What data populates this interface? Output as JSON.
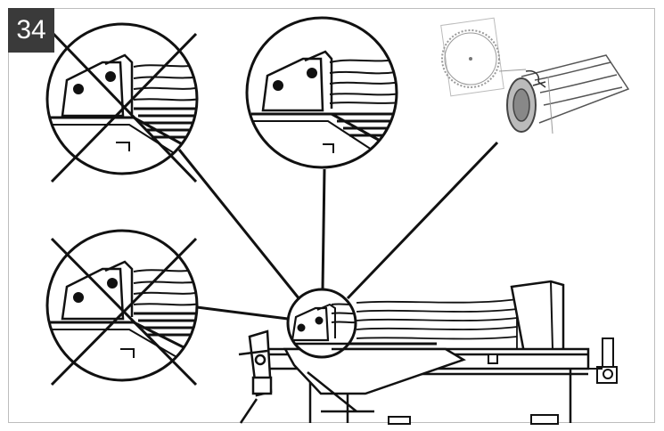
{
  "figure": {
    "step_number": "34",
    "detail_views": [
      {
        "id": "detail-top-left",
        "status": "incorrect"
      },
      {
        "id": "detail-top-center",
        "status": "correct"
      },
      {
        "id": "detail-top-right",
        "status": "cutting-guide"
      },
      {
        "id": "detail-middle-left",
        "status": "incorrect"
      }
    ],
    "icons": [
      "cross-icon",
      "saw-blade-icon",
      "log-icon",
      "wedge-icon"
    ],
    "colors": {
      "line": "#111111",
      "badge_bg": "#3a3a3a",
      "badge_text": "#ffffff",
      "frame": "#bdbdbd"
    }
  }
}
